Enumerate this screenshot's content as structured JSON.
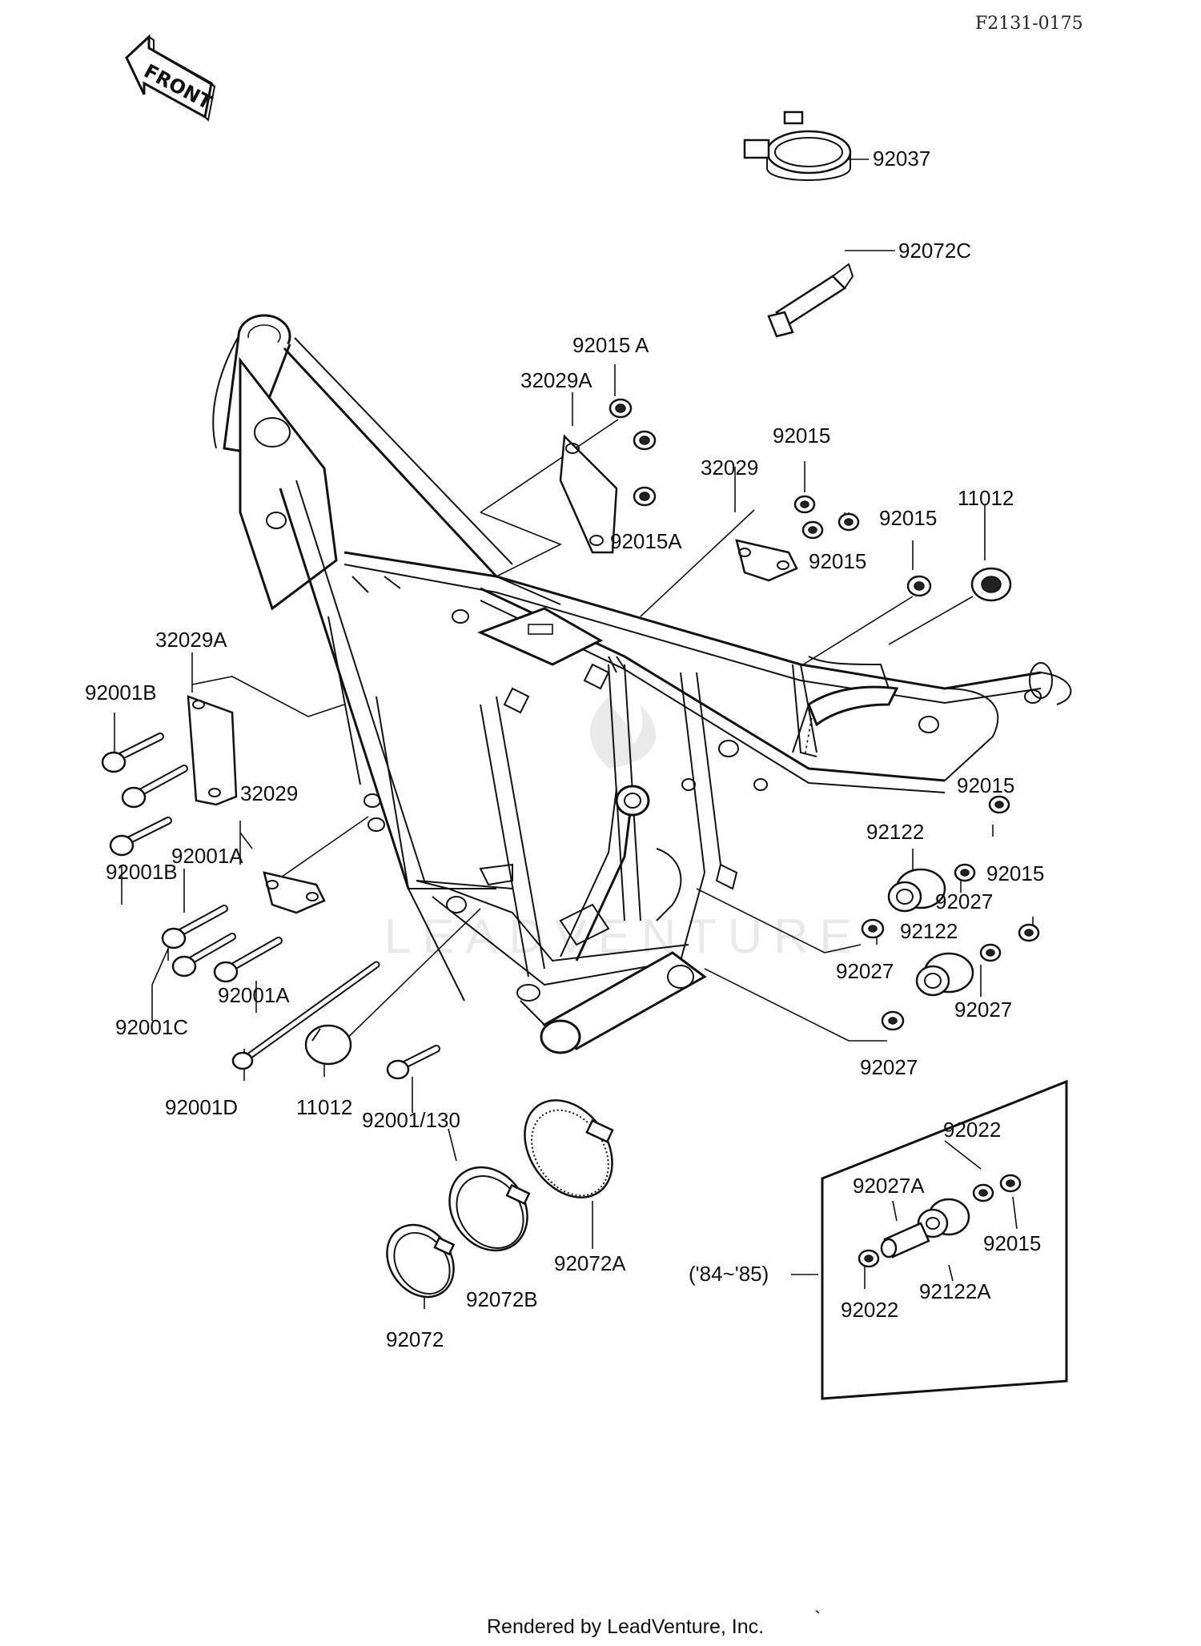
{
  "diagram": {
    "code": "F2131-0175",
    "front_label": "FRONT",
    "credit": "Rendered by LeadVenture, Inc.",
    "watermark": "LEADVENTURE",
    "variant_label": "('84~'85)",
    "callouts": {
      "c92037": "92037",
      "c92072C": "92072C",
      "c92015A_top": "92015 A",
      "c32029A_top": "32029A",
      "c92015A_mid": "92015A",
      "c92015_a": "92015",
      "c32029_top": "32029",
      "c92015_b": "92015",
      "c92015_c": "92015",
      "c11012_top": "11012",
      "c32029A_left": "32029A",
      "c92001B_top": "92001B",
      "c32029_left": "32029",
      "c92001B_mid": "92001B",
      "c92001A_top": "92001A",
      "c92001C": "92001C",
      "c92001A_bot": "92001A",
      "c92001D": "92001D",
      "c11012_bot": "11012",
      "c92001_130": "92001/130",
      "c92015_d": "92015",
      "c92122_top": "92122",
      "c92027_a": "92027",
      "c92015_e": "92015",
      "c92027_b": "92027",
      "c92122_mid": "92122",
      "c92027_c": "92027",
      "c92027_d": "92027",
      "c92072A": "92072A",
      "c92072B": "92072B",
      "c92072": "92072",
      "c92022_top": "92022",
      "c92027A": "92027A",
      "c92015_f": "92015",
      "c92122A": "92122A",
      "c92022_bot": "92022"
    }
  }
}
